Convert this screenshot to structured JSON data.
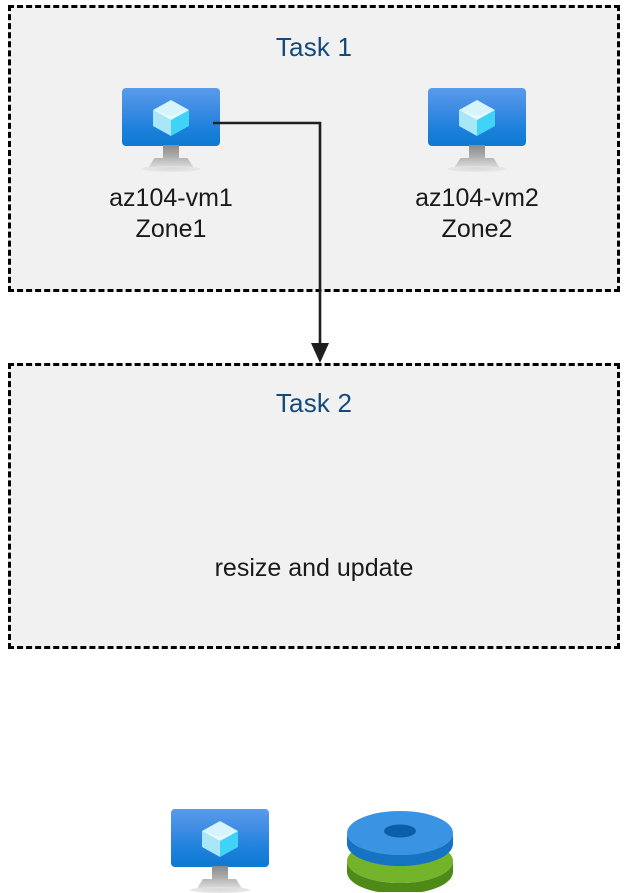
{
  "diagram": {
    "title": "Azure VM task diagram",
    "background_color": "#ffffff",
    "box_fill": "#f1f1f1",
    "box_border_color": "#000000",
    "title_color": "#134a7c",
    "label_color": "#1a1a1a"
  },
  "task1": {
    "title": "Task 1",
    "nodes": [
      {
        "id": "vm1",
        "icon": "virtual-machine-icon",
        "label": "az104-vm1\nZone1",
        "name": "az104-vm1",
        "zone": "Zone1"
      },
      {
        "id": "vm2",
        "icon": "virtual-machine-icon",
        "label": "az104-vm2\nZone2",
        "name": "az104-vm2",
        "zone": "Zone2"
      }
    ]
  },
  "task2": {
    "title": "Task 2",
    "caption": "resize and update",
    "nodes": [
      {
        "id": "vm3",
        "icon": "virtual-machine-icon"
      },
      {
        "id": "disks",
        "icon": "managed-disks-icon",
        "disk_colors": [
          "#2b8ade",
          "#6cab25"
        ]
      }
    ]
  },
  "connector": {
    "from": "vm1",
    "to": "task2",
    "style": "elbow-arrow",
    "color": "#1f1f1f"
  },
  "icon_colors": {
    "vm_screen_top": "#5a9bea",
    "vm_screen_bottom": "#0d79d1",
    "vm_cube_light": "#ccf2fb",
    "vm_cube_mid": "#9fe3f7",
    "vm_cube_bright": "#3fd3f8",
    "vm_stand": "#b6b6b6",
    "disk_blue_top": "#3a93e3",
    "disk_blue_side": "#1a7ed2",
    "disk_blue_hole": "#0a5fa8",
    "disk_green_top": "#74b42b",
    "disk_green_side": "#55931b",
    "disk_green_hole": "#5c9e22"
  }
}
